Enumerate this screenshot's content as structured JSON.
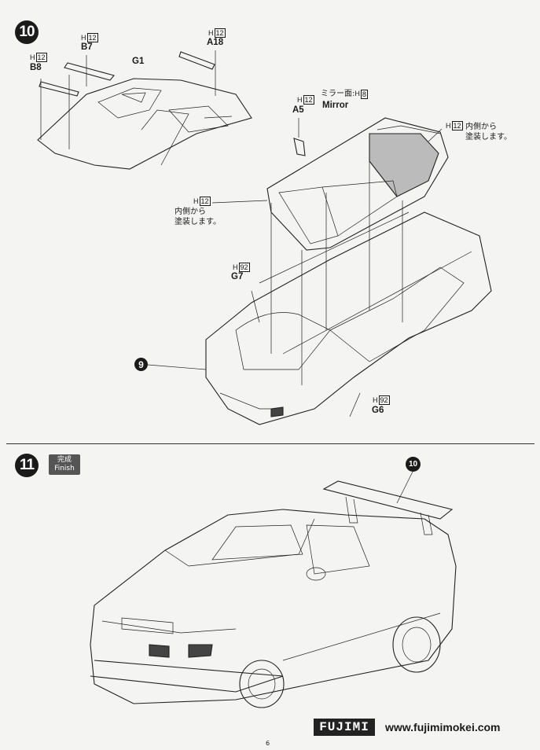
{
  "steps": {
    "step10": {
      "number": "10"
    },
    "step11": {
      "number": "11",
      "badge_jp": "完成",
      "badge_en": "Finish"
    }
  },
  "paint": {
    "prefix": "H",
    "h12": "12",
    "h92": "92",
    "h8": "8"
  },
  "parts": {
    "g1": "G1",
    "b7": "B7",
    "b8": "B8",
    "a18": "A18",
    "a5": "A5",
    "g7": "G7",
    "g6": "G6"
  },
  "mirror": {
    "jp": "ミラー面:",
    "en": "Mirror"
  },
  "notes": {
    "inside_paint_line1": "内側から",
    "inside_paint_line2": "塗装します。"
  },
  "refs": {
    "ref9": "9",
    "ref10": "10"
  },
  "footer": {
    "brand": "FUJIMI",
    "url": "www.fujimimokei.com",
    "page": "6"
  }
}
